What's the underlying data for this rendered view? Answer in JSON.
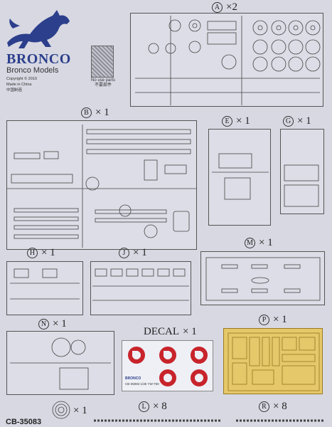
{
  "brand": {
    "name": "BRONCO",
    "subtitle": "Bronco Models",
    "copyright": "Copyright © 2010",
    "made_in": "Made in China",
    "made_in_cn": "中国制造"
  },
  "no_use": {
    "line1": "No use parts",
    "line2": "不要部件"
  },
  "sprues": {
    "A": {
      "letter": "A",
      "count": "×2"
    },
    "B": {
      "letter": "B",
      "count": "× 1"
    },
    "E": {
      "letter": "E",
      "count": "× 1"
    },
    "G": {
      "letter": "G",
      "count": "× 1"
    },
    "H": {
      "letter": "H",
      "count": "× 1"
    },
    "J": {
      "letter": "J",
      "count": "× 1"
    },
    "M": {
      "letter": "M",
      "count": "× 1"
    },
    "N": {
      "letter": "N",
      "count": "× 1"
    },
    "P": {
      "letter": "P",
      "count": "× 1"
    },
    "L": {
      "letter": "L",
      "count": "× 8"
    },
    "R": {
      "letter": "R",
      "count": "× 8"
    }
  },
  "decal": {
    "label": "DECAL",
    "count": "× 1",
    "sheet_text": "CB-35083  1/35 YW-750",
    "sheet_brand": "BRONCO"
  },
  "spring_count": "× 1",
  "product_code": "CB-35083",
  "colors": {
    "brand_blue": "#2c3f8c",
    "sprue_line": "#555555",
    "photoetch": "#e5c86a",
    "decal_red": "#c8242b"
  }
}
